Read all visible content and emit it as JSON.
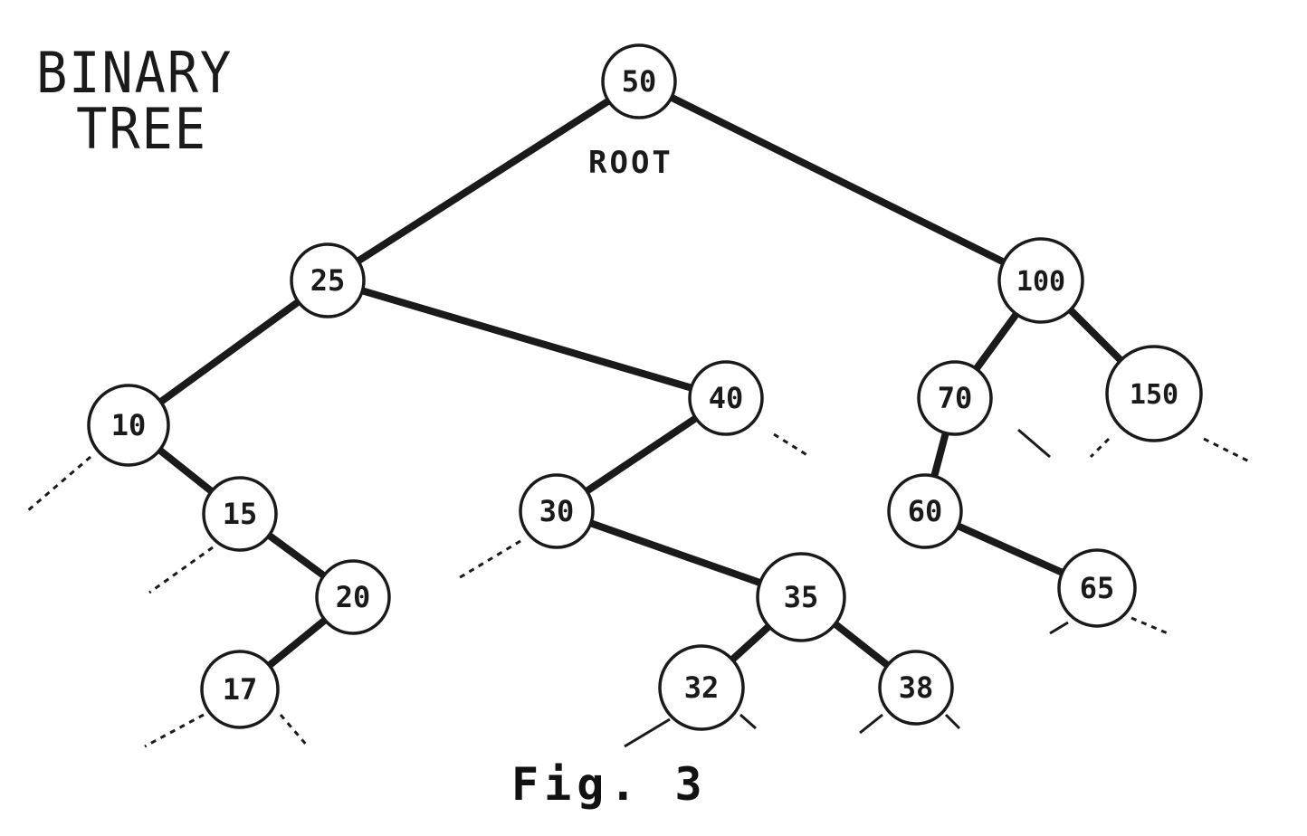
{
  "title": {
    "line1": "BINARY",
    "line2": "TREE"
  },
  "root_label": "ROOT",
  "caption": "Fig. 3",
  "colors": {
    "ink": "#1a1a1a",
    "background": "#ffffff"
  },
  "nodes": [
    {
      "id": "n50",
      "label": "50"
    },
    {
      "id": "n25",
      "label": "25"
    },
    {
      "id": "n100",
      "label": "100"
    },
    {
      "id": "n10",
      "label": "10"
    },
    {
      "id": "n40",
      "label": "40"
    },
    {
      "id": "n70",
      "label": "70"
    },
    {
      "id": "n150",
      "label": "150"
    },
    {
      "id": "n15",
      "label": "15"
    },
    {
      "id": "n30",
      "label": "30"
    },
    {
      "id": "n60",
      "label": "60"
    },
    {
      "id": "n20",
      "label": "20"
    },
    {
      "id": "n35",
      "label": "35"
    },
    {
      "id": "n65",
      "label": "65"
    },
    {
      "id": "n17",
      "label": "17"
    },
    {
      "id": "n32",
      "label": "32"
    },
    {
      "id": "n38",
      "label": "38"
    }
  ],
  "edges": [
    [
      "n50",
      "n25"
    ],
    [
      "n50",
      "n100"
    ],
    [
      "n25",
      "n10"
    ],
    [
      "n25",
      "n40"
    ],
    [
      "n10",
      "n15"
    ],
    [
      "n15",
      "n20"
    ],
    [
      "n20",
      "n17"
    ],
    [
      "n40",
      "n30"
    ],
    [
      "n30",
      "n35"
    ],
    [
      "n35",
      "n32"
    ],
    [
      "n35",
      "n38"
    ],
    [
      "n100",
      "n70"
    ],
    [
      "n100",
      "n150"
    ],
    [
      "n70",
      "n60"
    ],
    [
      "n60",
      "n65"
    ]
  ]
}
